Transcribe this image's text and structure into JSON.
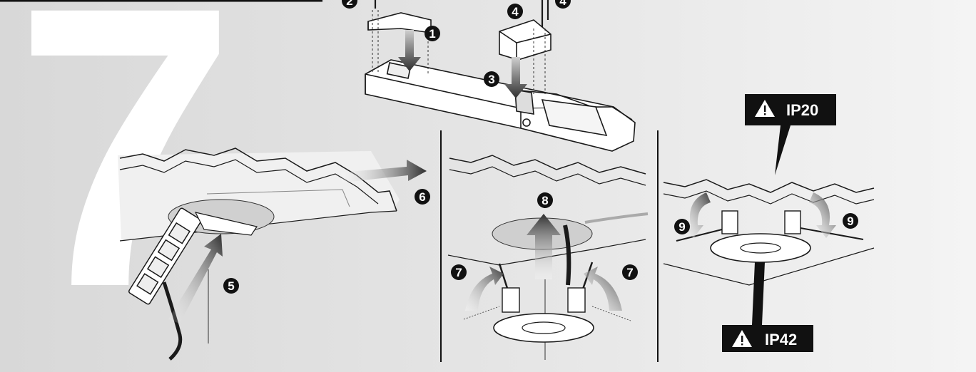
{
  "figure": {
    "big_step_number": "7",
    "colors": {
      "background_left": "#dcdcdc",
      "background_right": "#f2f2f2",
      "line": "#1a1a1a",
      "arrow": "#3a3a3a",
      "badge": "#111111"
    }
  },
  "steps": [
    {
      "id": "s1",
      "label": "1"
    },
    {
      "id": "s2",
      "label": "2"
    },
    {
      "id": "s3",
      "label": "3"
    },
    {
      "id": "s4a",
      "label": "4"
    },
    {
      "id": "s4b",
      "label": "4"
    },
    {
      "id": "s5",
      "label": "5"
    },
    {
      "id": "s6",
      "label": "6"
    },
    {
      "id": "s7a",
      "label": "7"
    },
    {
      "id": "s7b",
      "label": "7"
    },
    {
      "id": "s8",
      "label": "8"
    },
    {
      "id": "s9a",
      "label": "9"
    },
    {
      "id": "s9b",
      "label": "9"
    }
  ],
  "badges": {
    "ip20": {
      "label": "IP20",
      "icon": "warning-triangle-icon"
    },
    "ip42": {
      "label": "IP42",
      "icon": "warning-triangle-icon"
    }
  }
}
